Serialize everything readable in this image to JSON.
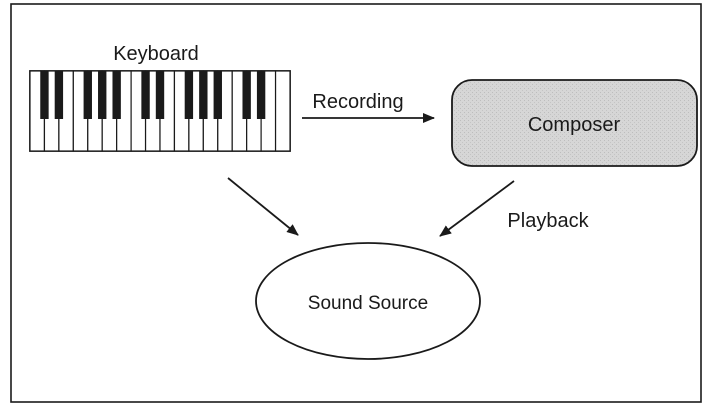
{
  "diagram": {
    "keyboard_label": "Keyboard",
    "composer_label": "Composer",
    "sound_source_label": "Sound Source",
    "recording_label": "Recording",
    "playback_label": "Playback"
  },
  "colors": {
    "stroke": "#1a1a1a",
    "composer_fill": "#d9d9d9",
    "background": "#ffffff"
  }
}
